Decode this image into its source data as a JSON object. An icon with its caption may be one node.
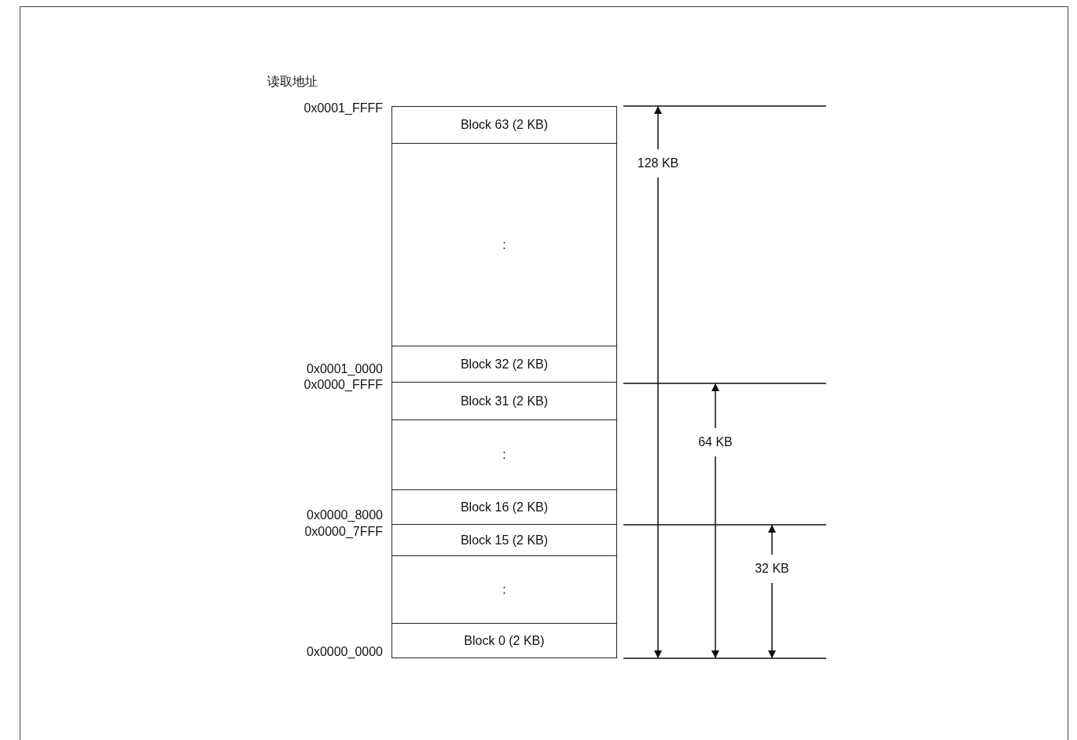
{
  "diagram": {
    "nodes": [
      {
        "text": [
          "Block 63 (2 KB)"
        ]
      },
      {
        "text": [
          ":"
        ]
      },
      {
        "text": [
          "Block 32 (2 KB)"
        ]
      },
      {
        "text": [
          "Block 31 (2 KB)"
        ]
      },
      {
        "text": [
          ":"
        ]
      },
      {
        "text": [
          "Block 16 (2 KB)"
        ]
      },
      {
        "text": [
          "Block 15 (2 KB)"
        ]
      },
      {
        "text": [
          ":"
        ]
      },
      {
        "text": [
          "Block 0 (2 KB)"
        ]
      }
    ],
    "labels": [
      "读取地址",
      "0x0001_FFFF",
      "128 KB",
      "0x0001_0000",
      "0x0000_FFFF",
      "64 KB",
      "0x0000_8000",
      "0x0000_7FFF",
      "32 KB",
      "0x0000_0000"
    ]
  }
}
